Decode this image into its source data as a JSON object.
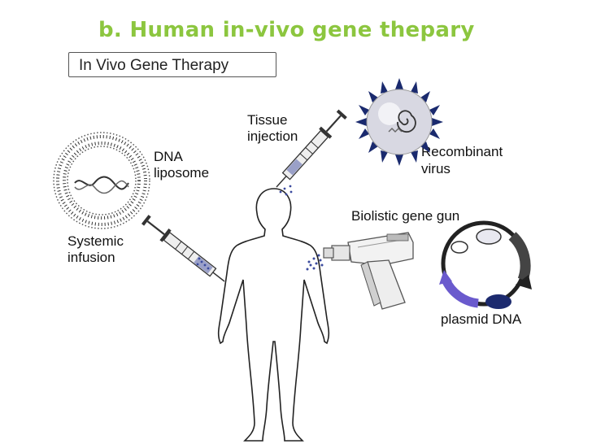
{
  "title": "b. Human in-vivo gene thepary",
  "figure": {
    "heading": "In Vivo Gene Therapy",
    "labels": {
      "dna": "DNA",
      "liposome": "liposome",
      "tissue": "Tissue",
      "injection": "injection",
      "recombinant": "Recombinant",
      "virus": "virus",
      "systemic": "Systemic",
      "infusion": "infusion",
      "gene_gun": "Biolistic gene gun",
      "plasmid": "plasmid DNA"
    }
  },
  "colors": {
    "title": "#8cc63f",
    "virus_spikes": "#1a2a6e",
    "plasmid_arrow": "#6a5acd",
    "plasmid_blob": "#1c2a6e"
  }
}
